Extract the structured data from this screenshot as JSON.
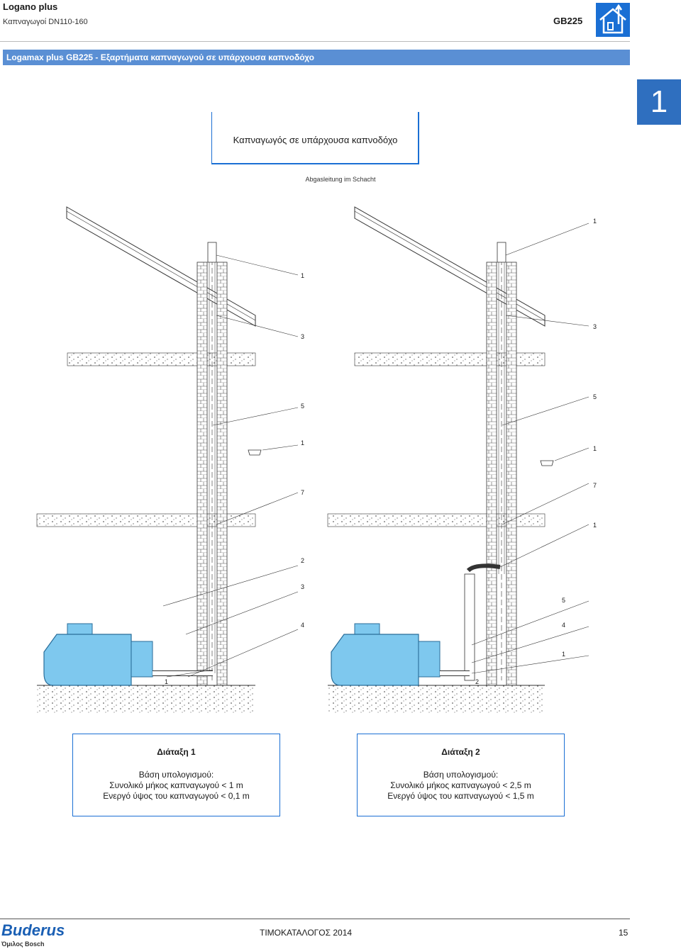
{
  "header": {
    "title": "Logano plus",
    "subtitle": "Καπναγωγοί DN110-160",
    "code": "GB225",
    "icon": "house-chimney-icon"
  },
  "banner": {
    "text": "Logamax plus GB225 - Εξαρτήματα καπναγωγού σε υπάρχουσα καπνοδόχο"
  },
  "section_tab": {
    "number": "1"
  },
  "figure": {
    "caption": "Καπναγωγός σε υπάρχουσα καπνοδόχο",
    "subcaption": "Abgasleitung im Schacht",
    "left_callouts": [
      "1",
      "3",
      "5",
      "1",
      "7",
      "2",
      "3",
      "4",
      "1"
    ],
    "right_callouts": [
      "1",
      "3",
      "5",
      "1",
      "7",
      "1",
      "5",
      "4",
      "1",
      "2"
    ],
    "colors": {
      "boiler": "#7ec8ee",
      "boiler_edge": "#2a6d99",
      "line": "#333333"
    }
  },
  "arrangements": [
    {
      "title": "Διάταξη 1",
      "lines": [
        "Βάση υπολογισμού:",
        "Συνολικό μήκος καπναγωγού < 1 m",
        "Ενεργό ύψος του καπναγωγού < 0,1 m"
      ]
    },
    {
      "title": "Διάταξη 2",
      "lines": [
        "Βάση υπολογισμού:",
        "Συνολικό μήκος καπναγωγού < 2,5 m",
        "Ενεργό ύψος του καπναγωγού < 1,5 m"
      ]
    }
  ],
  "footer": {
    "brand": "Buderus",
    "brand_sub": "Όμιλος Bosch",
    "center": "ΤΙΜΟΚΑΤΑΛΟΓΟΣ 2014",
    "page": "15"
  }
}
